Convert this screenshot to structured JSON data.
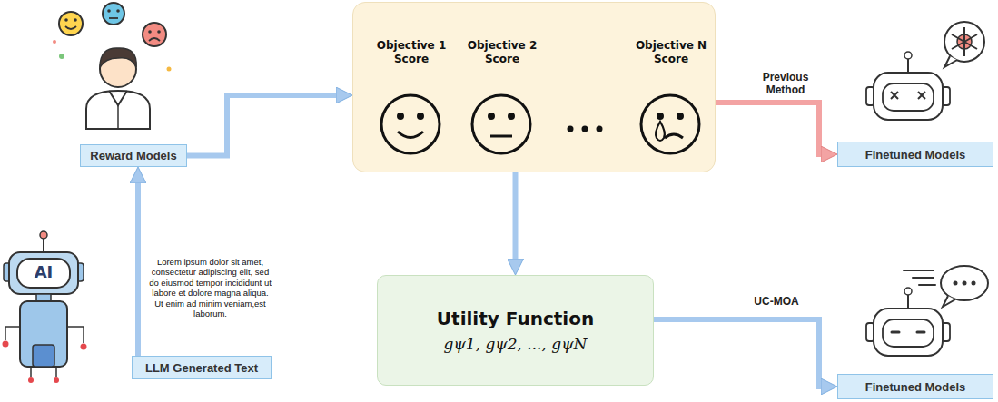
{
  "diagram": {
    "nodes": [
      {
        "text": [
          "Reward Models"
        ]
      },
      {
        "text": [
          "LLM Generated Text"
        ]
      },
      {
        "text": [
          "Objective 1 Score",
          "Objective 2 Score",
          "Objective N Score"
        ]
      },
      {
        "text": [
          "Utility Function",
          "gψ1, gψ2, ..., gψN"
        ]
      },
      {
        "text": [
          "Finetuned Models"
        ]
      },
      {
        "text": [
          "Finetuned Models"
        ]
      }
    ],
    "edges": [
      {
        "from": 1,
        "to": 0,
        "arrow": "to"
      },
      {
        "from": 0,
        "to": 2,
        "arrow": "to"
      },
      {
        "from": 2,
        "to": 3,
        "arrow": "to"
      },
      {
        "from": 2,
        "to": 4,
        "label": "Previous Method",
        "arrow": "to"
      },
      {
        "from": 3,
        "to": 5,
        "label": "UC-MOA",
        "arrow": "to"
      }
    ],
    "labels": [
      "AI",
      "Lorem ipsum dolor sit amet, consectetur adipiscing elit, sed do eiusmod tempor incididunt ut labore et dolore magna aliqua. Ut enim ad minim veniam,est laborum."
    ]
  }
}
